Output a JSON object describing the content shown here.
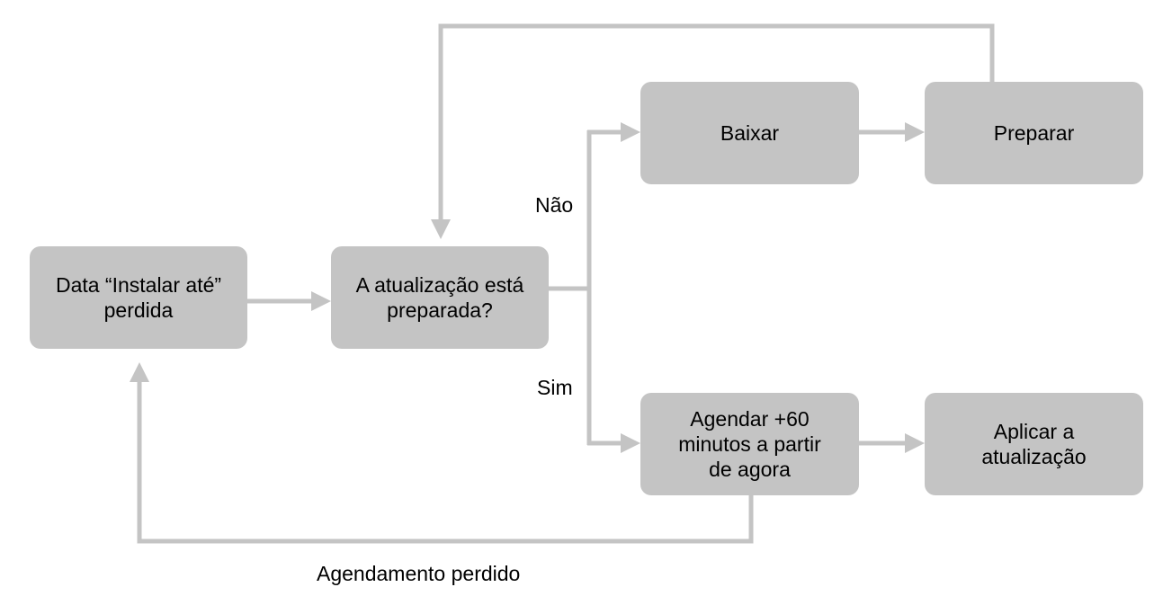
{
  "colors": {
    "node_fill": "#c4c4c4",
    "connector": "#c4c4c4",
    "text": "#000000",
    "background": "#ffffff"
  },
  "nodes": {
    "deadline_missed": "Data “Instalar até”\nperdida",
    "update_prepared": "A atualização está\npreparada?",
    "download": "Baixar",
    "prepare": "Preparar",
    "schedule": "Agendar +60\nminutos a partir\nde agora",
    "apply": "Aplicar a\natualização"
  },
  "edge_labels": {
    "no": "Não",
    "yes": "Sim",
    "schedule_missed": "Agendamento perdido"
  }
}
